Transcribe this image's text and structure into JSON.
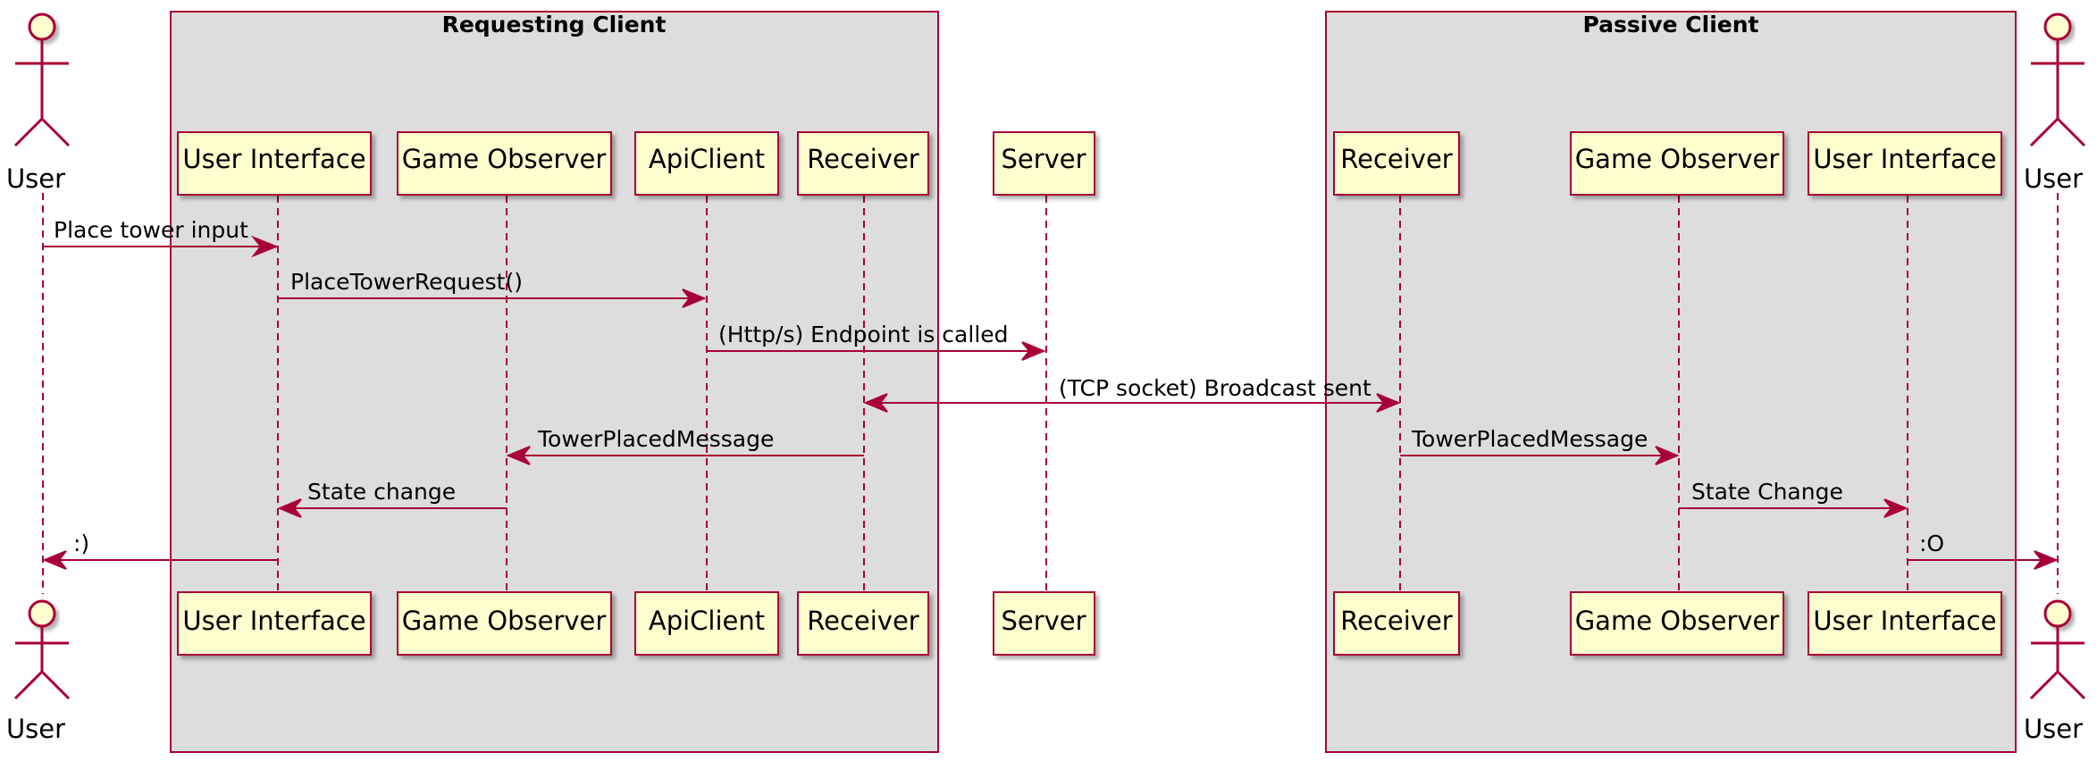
{
  "colors": {
    "border": "#a80036",
    "participant_fill": "#fefece",
    "box_fill": "#dddddd",
    "arrow": "#a80036",
    "text": "#000000"
  },
  "boxes": [
    {
      "id": "requesting",
      "title": "Requesting Client"
    },
    {
      "id": "passive",
      "title": "Passive Client"
    }
  ],
  "participants": [
    {
      "id": "user-left",
      "type": "actor",
      "label": "User"
    },
    {
      "id": "ui-left",
      "type": "participant",
      "label": "User Interface"
    },
    {
      "id": "go-left",
      "type": "participant",
      "label": "Game Observer"
    },
    {
      "id": "api",
      "type": "participant",
      "label": "ApiClient"
    },
    {
      "id": "recv-left",
      "type": "participant",
      "label": "Receiver"
    },
    {
      "id": "server",
      "type": "participant",
      "label": "Server"
    },
    {
      "id": "recv-right",
      "type": "participant",
      "label": "Receiver"
    },
    {
      "id": "go-right",
      "type": "participant",
      "label": "Game Observer"
    },
    {
      "id": "ui-right",
      "type": "participant",
      "label": "User Interface"
    },
    {
      "id": "user-right",
      "type": "actor",
      "label": "User"
    }
  ],
  "messages": [
    {
      "from": "user-left",
      "to": "ui-left",
      "label": "Place tower input"
    },
    {
      "from": "ui-left",
      "to": "api",
      "label": "PlaceTowerRequest()"
    },
    {
      "from": "api",
      "to": "server",
      "label": "(Http/s) Endpoint is called"
    },
    {
      "from": "recv-left",
      "to": "recv-right",
      "label": "(TCP socket) Broadcast sent",
      "bidirectional": true
    },
    {
      "from": "recv-left",
      "to": "go-left",
      "label": "TowerPlacedMessage"
    },
    {
      "from": "recv-right",
      "to": "go-right",
      "label": "TowerPlacedMessage"
    },
    {
      "from": "go-left",
      "to": "ui-left",
      "label": "State change"
    },
    {
      "from": "go-right",
      "to": "ui-right",
      "label": "State Change"
    },
    {
      "from": "ui-left",
      "to": "user-left",
      "label": ":)"
    },
    {
      "from": "ui-right",
      "to": "user-right",
      "label": ":O"
    }
  ]
}
